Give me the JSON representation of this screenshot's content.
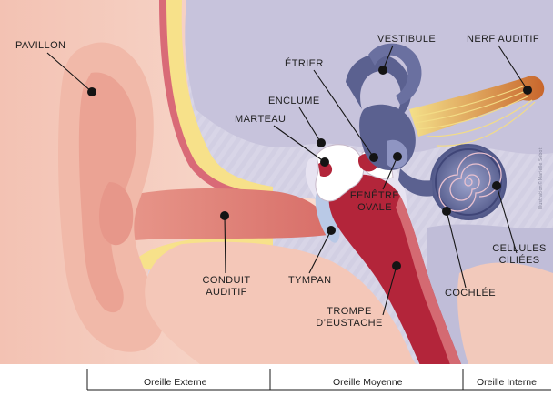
{
  "labels": {
    "pavillon": "PAVILLON",
    "vestibule": "VESTIBULE",
    "nerf_auditif": "NERF AUDITIF",
    "etrier": "ÉTRIER",
    "enclume": "ENCLUME",
    "marteau": "MARTEAU",
    "fenetre_ovale_1": "FENÊTRE",
    "fenetre_ovale_2": "OVALE",
    "conduit_auditif_1": "CONDUIT",
    "conduit_auditif_2": "AUDITIF",
    "tympan": "TYMPAN",
    "trompe_1": "TROMPE",
    "trompe_2": "D’EUSTACHE",
    "cochlee": "COCHLÉE",
    "cellules_1": "CELLULES",
    "cellules_2": "CILIÉES"
  },
  "zones": {
    "externe": "Oreille Externe",
    "moyenne": "Oreille Moyenne",
    "interne": "Oreille Interne"
  },
  "credit": "Illustration©Marielle Sobot",
  "colors": {
    "skin_light": "#f6d3c4",
    "skin_mid": "#eeb3a3",
    "skin_dark": "#e3968a",
    "cartilage": "#f7e38f",
    "bone_lilac": "#c9c6dd",
    "bone_dark": "#b3afd0",
    "eustachian": "#b5273a",
    "labyrinth": "#5b6190",
    "nerve": "#e09a3c",
    "ossicle": "#ffffff"
  }
}
